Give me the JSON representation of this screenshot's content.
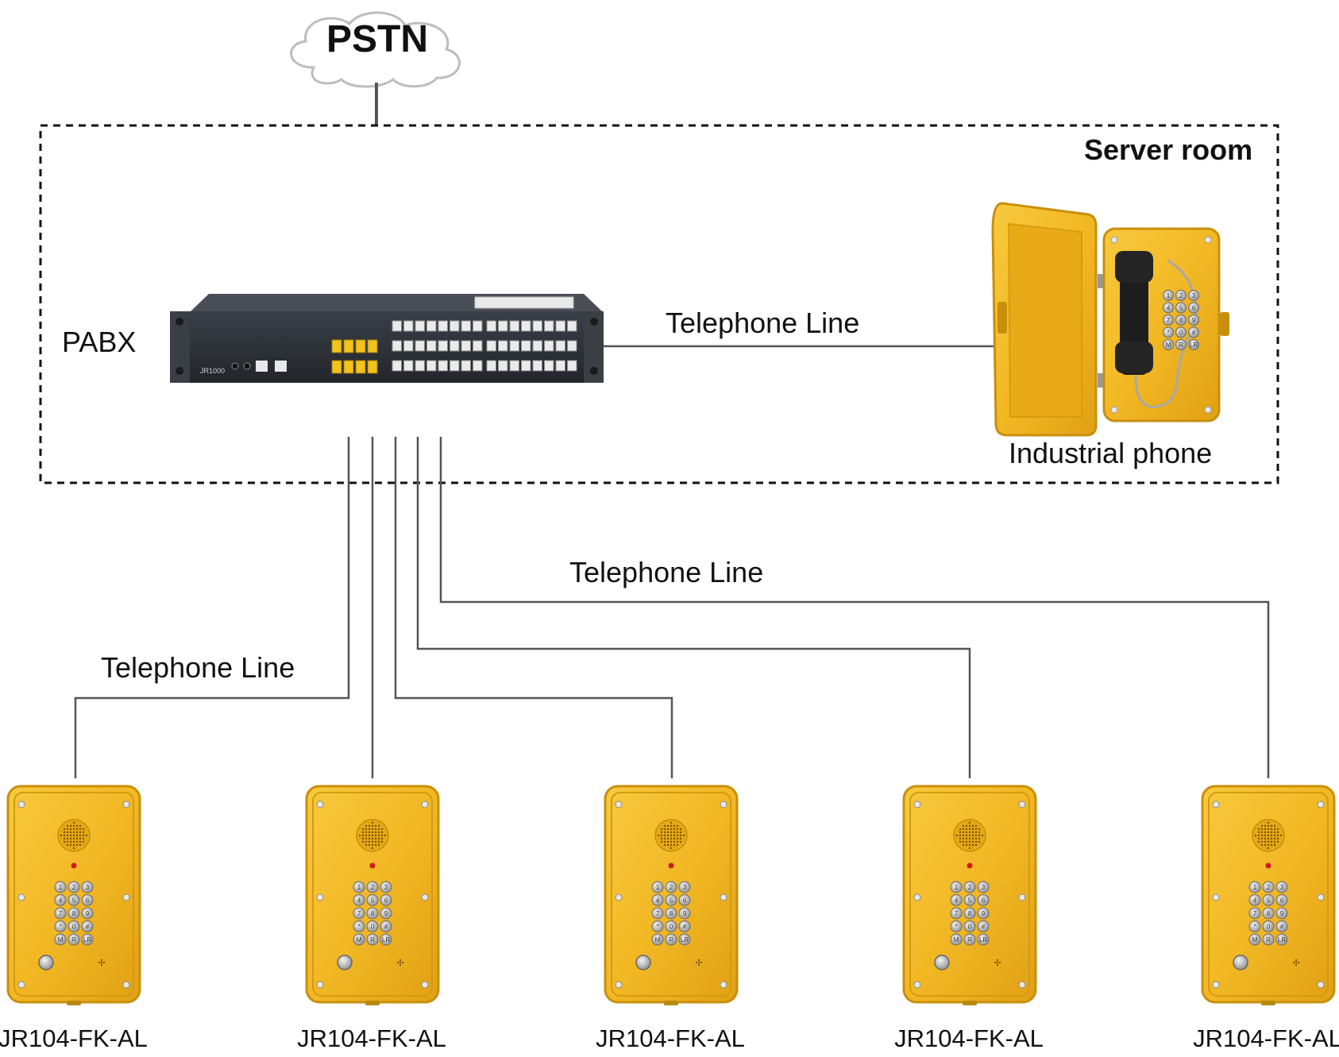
{
  "cloud": {
    "label": "PSTN"
  },
  "server_room": {
    "label": "Server room"
  },
  "pabx": {
    "label": "PABX",
    "model_print": "JR1000"
  },
  "industrial_phone": {
    "label": "Industrial phone"
  },
  "line_labels": {
    "top": "Telephone Line",
    "middle": "Telephone Line",
    "left": "Telephone Line"
  },
  "phones": [
    {
      "label": "JR104-FK-AL"
    },
    {
      "label": "JR104-FK-AL"
    },
    {
      "label": "JR104-FK-AL"
    },
    {
      "label": "JR104-FK-AL"
    },
    {
      "label": "JR104-FK-AL"
    }
  ],
  "keypad": {
    "rows": [
      [
        "1",
        "2",
        "3"
      ],
      [
        "4",
        "5",
        "6"
      ],
      [
        "7",
        "8",
        "9"
      ],
      [
        "*",
        "0",
        "#"
      ],
      [
        "M",
        "R",
        "LR"
      ]
    ]
  },
  "colors": {
    "phone_yellow": "#f2b824",
    "phone_edge": "#c98f0c",
    "pabx_body": "#2b2f36",
    "port_yellow": "#f3c21b",
    "line": "#555555"
  }
}
